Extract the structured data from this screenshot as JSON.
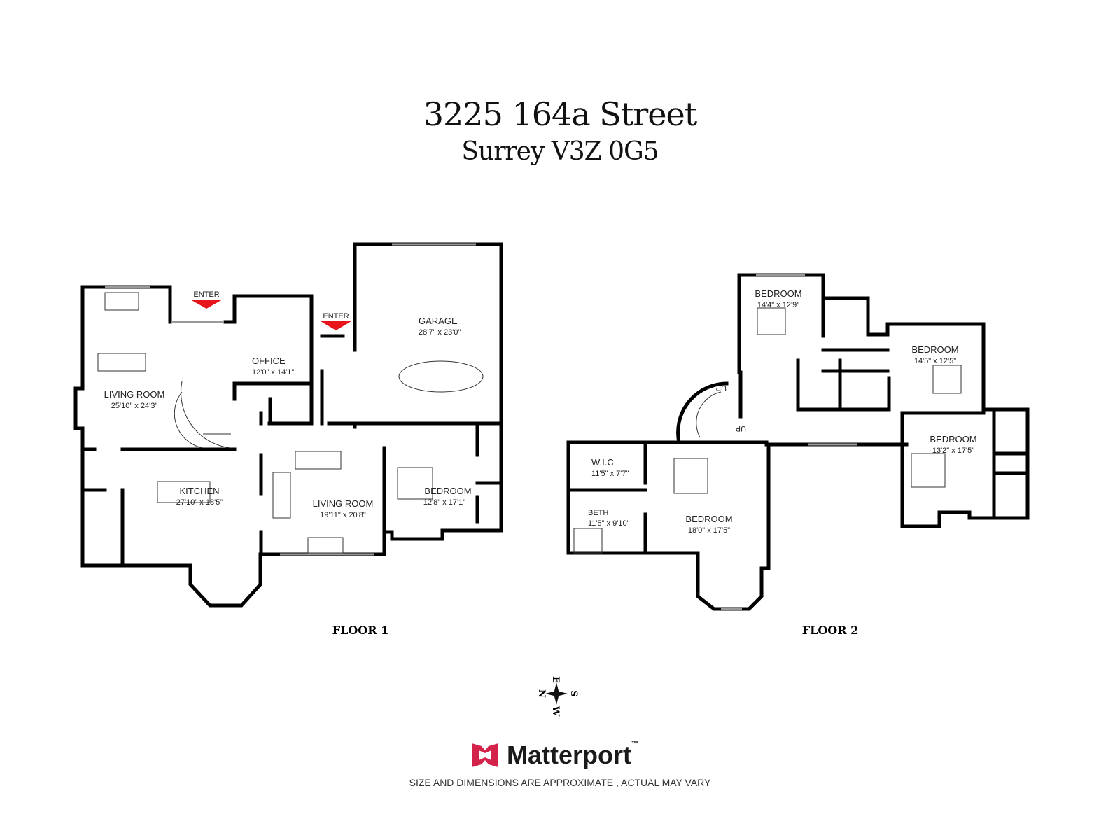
{
  "header": {
    "address_line1": "3225 164a Street",
    "address_line2": "Surrey V3Z 0G5"
  },
  "floor1": {
    "label": "FLOOR 1",
    "entries": [
      "ENTER",
      "ENTER"
    ],
    "rooms": [
      {
        "name": "LIVING ROOM",
        "dims": "25'10\" x 24'3\""
      },
      {
        "name": "OFFICE",
        "dims": "12'0\" x 14'1\""
      },
      {
        "name": "GARAGE",
        "dims": "28'7\" x 23'0\""
      },
      {
        "name": "KITCHEN",
        "dims": "27'10\" x 18'5\""
      },
      {
        "name": "LIVING ROOM",
        "dims": "19'11\" x 20'8\""
      },
      {
        "name": "BEDROOM",
        "dims": "12'8\" x 17'1\""
      }
    ]
  },
  "floor2": {
    "label": "FLOOR 2",
    "stairs": [
      "UP",
      "UP"
    ],
    "rooms": [
      {
        "name": "BEDROOM",
        "dims": "14'4\" x 12'9\""
      },
      {
        "name": "BEDROOM",
        "dims": "14'5\" x 12'5\""
      },
      {
        "name": "BEDROOM",
        "dims": "13'2\" x 17'5\""
      },
      {
        "name": "W.I.C",
        "dims": "11'5\" x 7'7\""
      },
      {
        "name": "BETH",
        "dims": "11'5\" x 9'10\""
      },
      {
        "name": "BEDROOM",
        "dims": "18'0\" x 17'5\""
      }
    ]
  },
  "compass": {
    "n": "N",
    "e": "E",
    "s": "S",
    "w": "W"
  },
  "brand": {
    "name": "Matterport",
    "trademark": "™",
    "color": "#d4234a"
  },
  "footer": {
    "disclaimer": "SIZE AND DIMENSIONS ARE APPROXIMATE , ACTUAL MAY VARY"
  },
  "colors": {
    "enter_arrow": "#e8141c",
    "walls": "#000000"
  }
}
